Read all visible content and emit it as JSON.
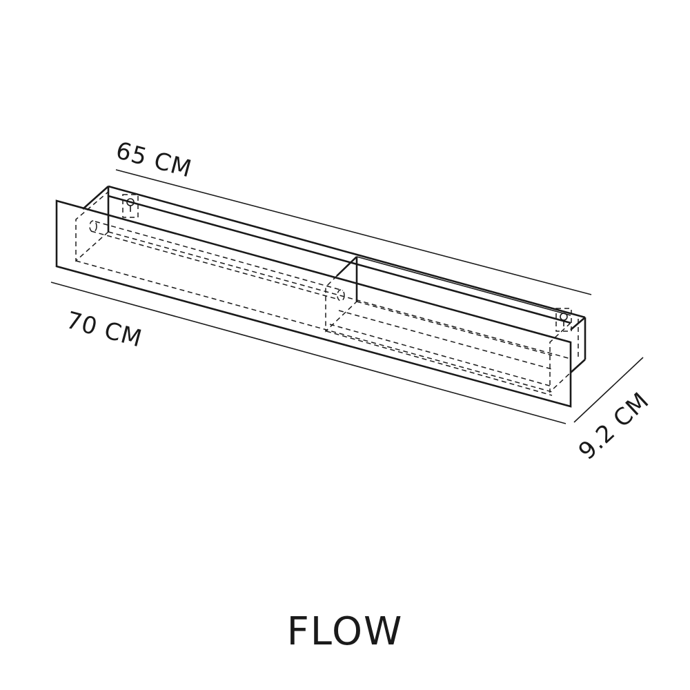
{
  "diagram": {
    "title": "FLOW",
    "dimensions": {
      "back_length": "65 CM",
      "front_length": "70 CM",
      "height": "9.2 CM"
    },
    "colors": {
      "line": "#1a1a1a",
      "background": "#ffffff"
    }
  }
}
